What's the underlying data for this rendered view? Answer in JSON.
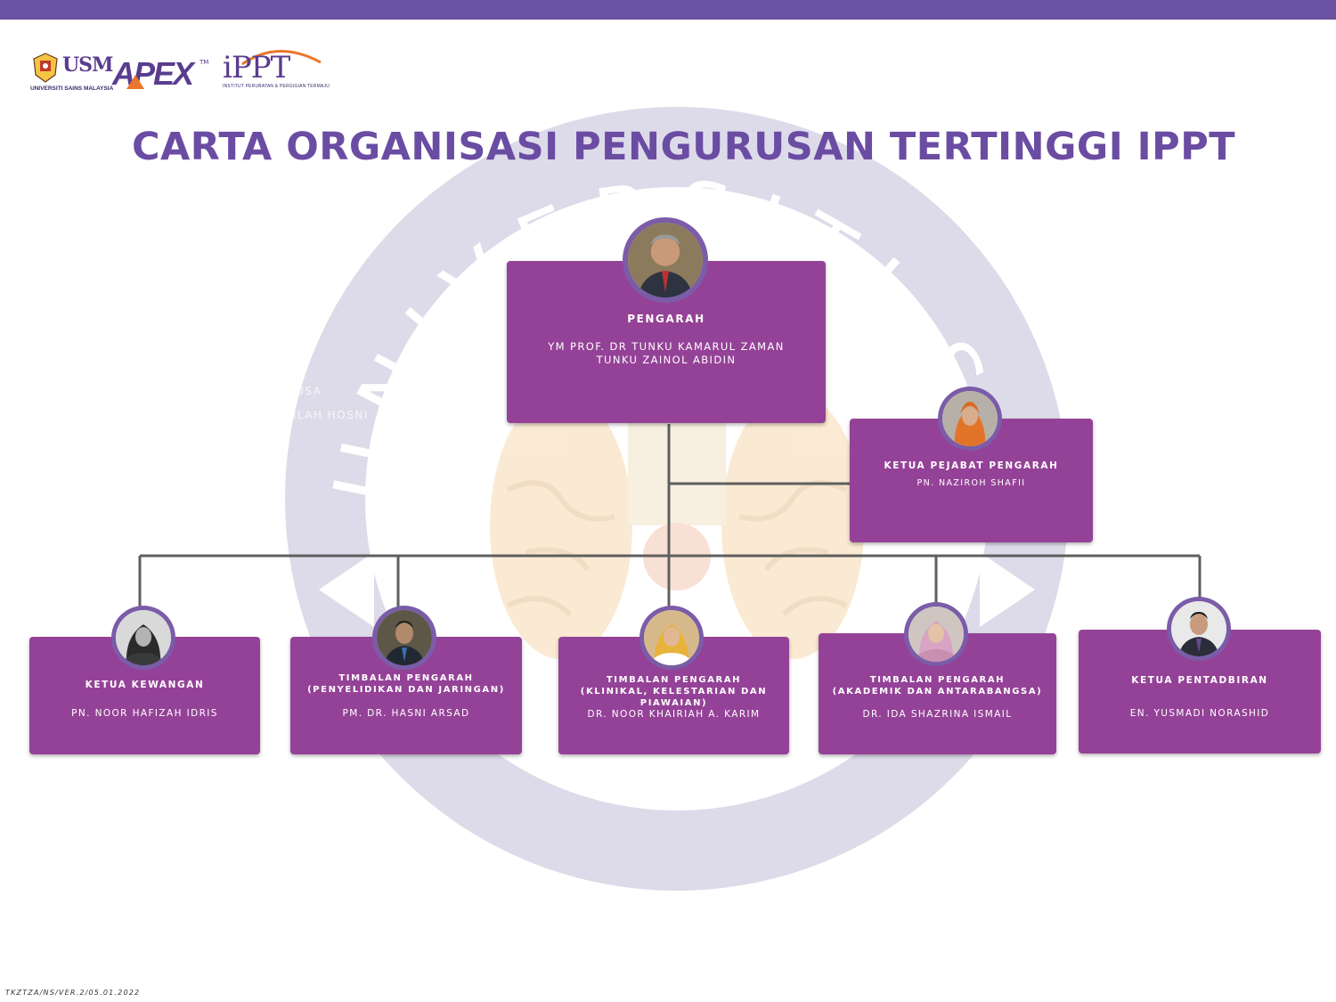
{
  "header": {
    "title": "CARTA ORGANISASI PENGURUSAN TERTINGGI IPPT",
    "accent_color": "#6b52a3"
  },
  "logos": {
    "usm_text": "USM",
    "usm_sub": "UNIVERSITI SAINS MALAYSIA",
    "apex_text": "APEX",
    "apex_tm": "TM",
    "ippt_text": "iPPT",
    "ippt_sub": "INSTITUT PERUBATAN & PERGIGIAN TERMAJU"
  },
  "watermark": {
    "top_text": "UNIVERSITI SAINS",
    "bottom_text": "MALAYSIA"
  },
  "ghost_text": {
    "line1": "T USA",
    "line2": "DILAH HOSNI"
  },
  "org": {
    "director": {
      "role": "PENGARAH",
      "name_line1": "YM PROF. DR TUNKU KAMARUL  ZAMAN",
      "name_line2": "TUNKU ZAINOL ABIDIN"
    },
    "office_head": {
      "role": "KETUA PEJABAT PENGARAH",
      "name": "PN. NAZIROH SHAFII"
    },
    "finance": {
      "role": "KETUA KEWANGAN",
      "name": "PN. NOOR HAFIZAH IDRIS"
    },
    "deputy_research": {
      "role_line1": "TIMBALAN PENGARAH",
      "role_line2": "(PENYELIDIKAN DAN JARINGAN)",
      "name": "PM. DR. HASNI ARSAD"
    },
    "deputy_clinical": {
      "role_line1": "TIMBALAN PENGARAH",
      "role_line2": "(KLINIKAL, KELESTARIAN DAN PIAWAIAN)",
      "name": "DR. NOOR KHAIRIAH A. KARIM"
    },
    "deputy_academic": {
      "role_line1": "TIMBALAN PENGARAH",
      "role_line2": "(AKADEMIK DAN ANTARABANGSA)",
      "name": "DR. IDA SHAZRINA ISMAIL"
    },
    "admin": {
      "role": "KETUA PENTADBIRAN",
      "name": "EN. YUSMADI NORASHID"
    }
  },
  "colors": {
    "box": "#944297",
    "avatar_ring": "#7a5ca8",
    "connector": "#5f5f5f"
  },
  "footer": {
    "code": "TKZTZA/NS/VER.2/05.01.2022"
  }
}
